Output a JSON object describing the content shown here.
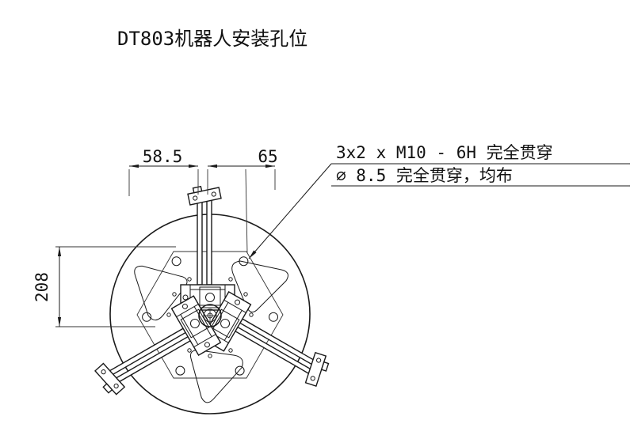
{
  "title": "DT803机器人安装孔位",
  "dimensions": {
    "width_left": "58.5",
    "width_right": "65",
    "height": "208"
  },
  "callout": {
    "line1": "3x2 x  M10 - 6H 完全贯穿",
    "line2": "∅ 8.5 完全贯穿，均布"
  }
}
